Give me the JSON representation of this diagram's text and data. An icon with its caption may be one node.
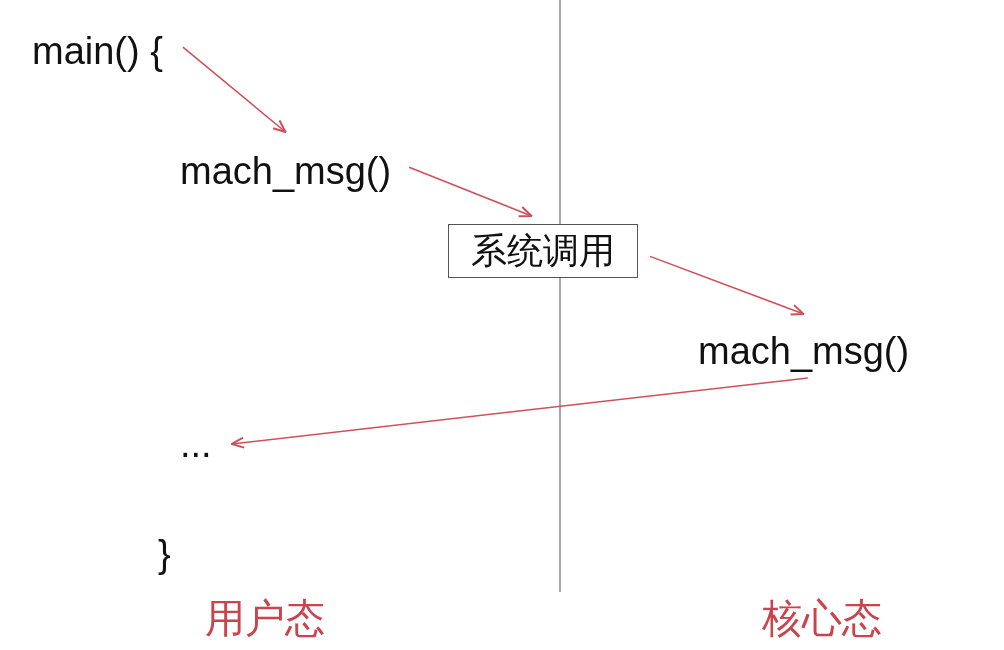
{
  "diagram": {
    "nodes": [
      {
        "text": [
          "main() {"
        ]
      },
      {
        "text": [
          "mach_msg()"
        ]
      },
      {
        "text": [
          "系统调用"
        ]
      },
      {
        "text": [
          "mach_msg()"
        ]
      },
      {
        "text": [
          "..."
        ]
      },
      {
        "text": [
          "}"
        ]
      }
    ],
    "edges": [
      {
        "from": 0,
        "to": 1,
        "arrow": "to"
      },
      {
        "from": 1,
        "to": 2,
        "arrow": "to"
      },
      {
        "from": 2,
        "to": 3,
        "arrow": "to"
      },
      {
        "from": 3,
        "to": 4,
        "arrow": "to"
      }
    ],
    "labels": [
      "用户态",
      "核心态"
    ]
  }
}
